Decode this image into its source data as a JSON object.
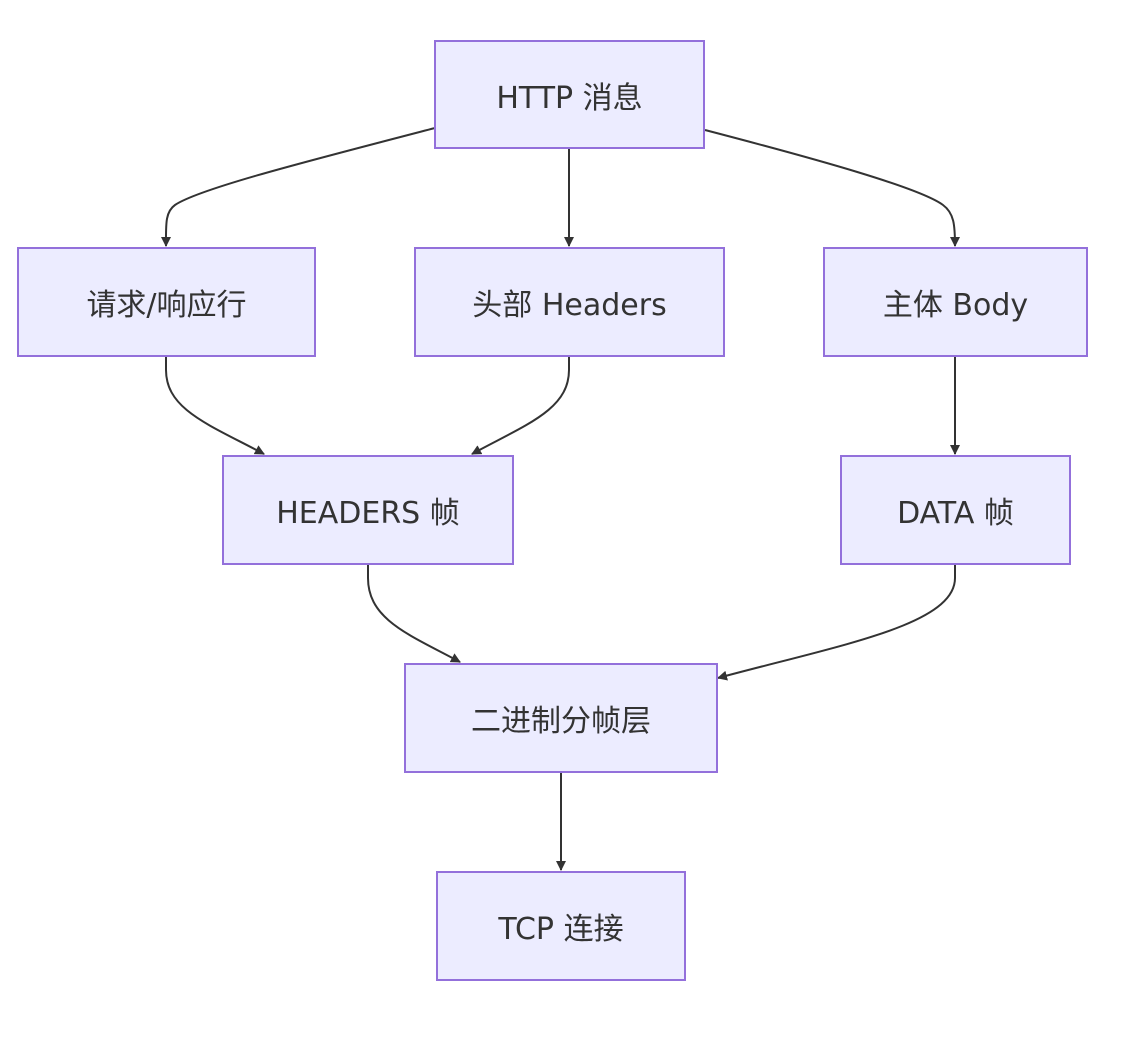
{
  "diagram": {
    "type": "flowchart",
    "colors": {
      "node_fill": "#ECECFF",
      "node_border": "#9370DB",
      "text": "#333333",
      "edge": "#333333"
    },
    "nodes": {
      "http_message": "HTTP 消息",
      "request_line": "请求/响应行",
      "headers": "头部 Headers",
      "body": "主体 Body",
      "headers_frame": "HEADERS 帧",
      "data_frame": "DATA 帧",
      "framing_layer": "二进制分帧层",
      "tcp": "TCP 连接"
    },
    "edges": [
      {
        "from": "http_message",
        "to": "request_line"
      },
      {
        "from": "http_message",
        "to": "headers"
      },
      {
        "from": "http_message",
        "to": "body"
      },
      {
        "from": "request_line",
        "to": "headers_frame"
      },
      {
        "from": "headers",
        "to": "headers_frame"
      },
      {
        "from": "body",
        "to": "data_frame"
      },
      {
        "from": "headers_frame",
        "to": "framing_layer"
      },
      {
        "from": "data_frame",
        "to": "framing_layer"
      },
      {
        "from": "framing_layer",
        "to": "tcp"
      }
    ]
  }
}
